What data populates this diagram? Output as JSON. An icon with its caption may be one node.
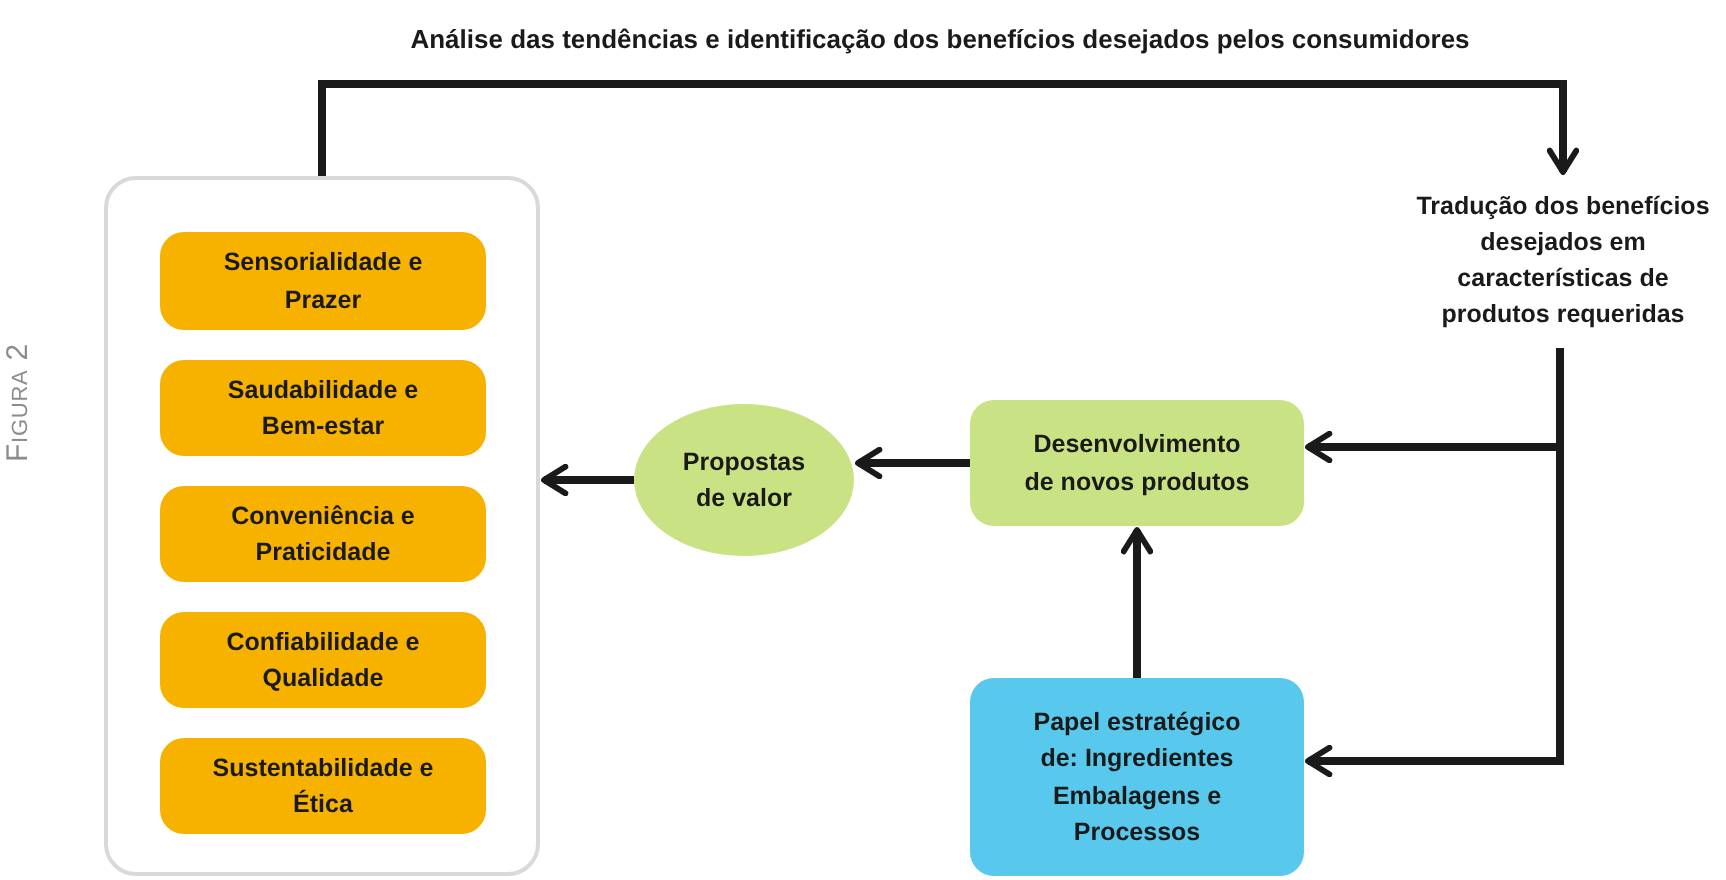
{
  "diagram": {
    "nodes": [
      {
        "text": [],
        "shape": "box"
      },
      {
        "text": [
          "Sensorialidade e Prazer"
        ],
        "in": 0
      },
      {
        "text": [
          "Saudabilidade e Bem-estar"
        ],
        "in": 0
      },
      {
        "text": [
          "Conveniência e Praticidade"
        ],
        "in": 0
      },
      {
        "text": [
          "Confiabilidade e Qualidade"
        ],
        "in": 0
      },
      {
        "text": [
          "Sustentabilidade e Ética"
        ],
        "in": 0
      },
      {
        "text": [
          "Propostas de valor"
        ]
      },
      {
        "text": [
          "Desenvolvimento de novos produtos"
        ]
      },
      {
        "text": [
          "Papel estratégico de: Ingredientes Embalagens e Processos"
        ]
      },
      {
        "text": [
          "Tradução dos benefícios desejados em características de produtos requeridas"
        ]
      }
    ],
    "edges": [
      {
        "from": 0,
        "to": 9,
        "arrow": "to",
        "label": "Análise das tendências e identificação dos benefícios desejados pelos consumidores"
      },
      {
        "from": 9,
        "to": 7,
        "arrow": "to"
      },
      {
        "from": 9,
        "to": 8,
        "arrow": "to"
      },
      {
        "from": 7,
        "to": 6,
        "arrow": "to"
      },
      {
        "from": 6,
        "to": 0,
        "arrow": "to"
      },
      {
        "from": 8,
        "to": 7,
        "arrow": "to"
      }
    ],
    "labels": [
      "Figura 2"
    ]
  }
}
